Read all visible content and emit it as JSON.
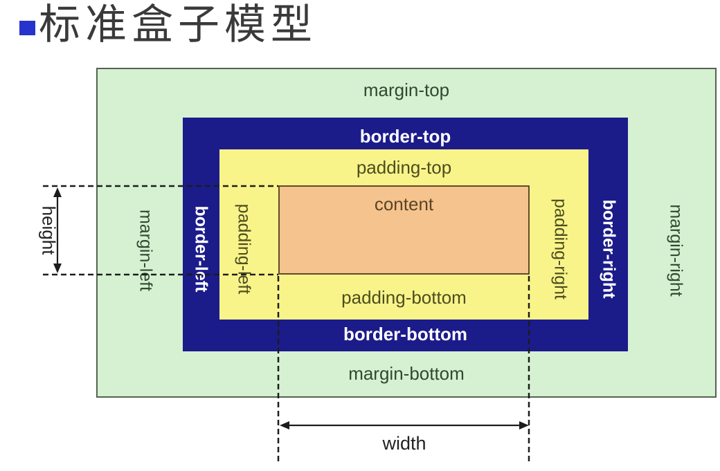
{
  "title": {
    "text": "标准盒子模型"
  },
  "box_model": {
    "margin": {
      "top": "margin-top",
      "bottom": "margin-bottom",
      "left": "margin-left",
      "right": "margin-right"
    },
    "border": {
      "top": "border-top",
      "bottom": "border-bottom",
      "left": "border-left",
      "right": "border-right"
    },
    "padding": {
      "top": "padding-top",
      "bottom": "padding-bottom",
      "left": "padding-left",
      "right": "padding-right"
    },
    "content": "content"
  },
  "dimensions": {
    "height": "height",
    "width": "width"
  },
  "colors": {
    "bullet": "#2733cc",
    "title_text": "#3a3a3a",
    "margin_bg": "#d5f1d2",
    "margin_outline": "#53634f",
    "border_bg": "#1b1b8a",
    "padding_bg": "#f9f48a",
    "content_bg": "#f5c38d",
    "content_outline": "#5f4a28",
    "margin_text": "#2f4a2f",
    "padding_text": "#4d4d1f",
    "content_text": "#5a4526",
    "border_text": "#ffffff",
    "dimension_lines": "#1c1c1c"
  }
}
